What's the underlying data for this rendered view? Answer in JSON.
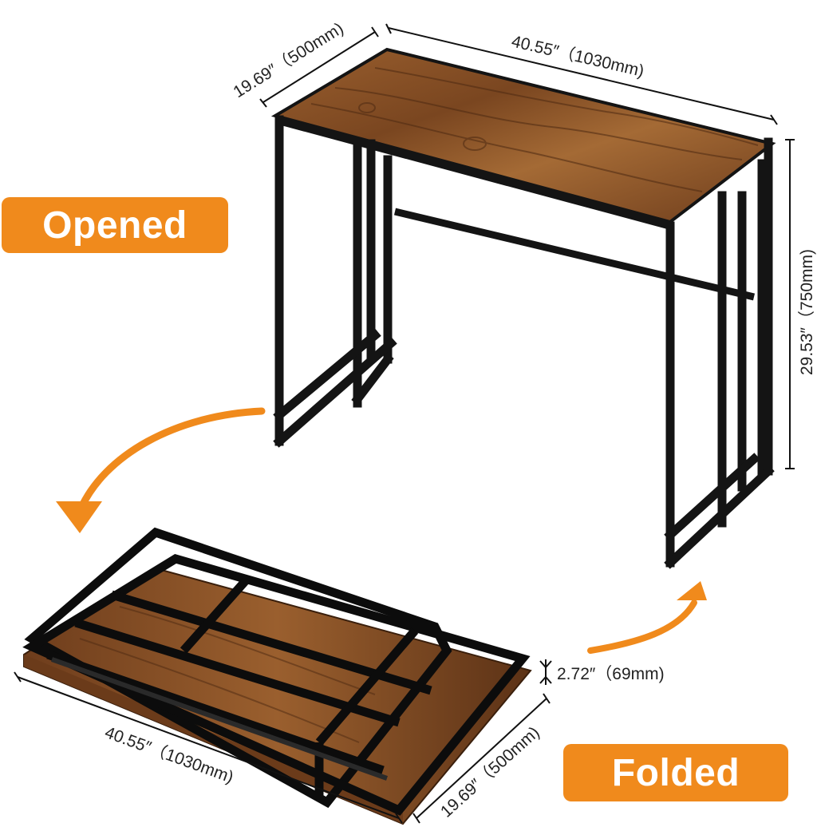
{
  "labels": {
    "opened": "Opened",
    "folded": "Folded"
  },
  "dimensions": {
    "opened_width": "40.55″（1030mm)",
    "opened_depth": "19.69″（500mm)",
    "opened_height": "29.53″（750mm)",
    "folded_thickness": "2.72″（69mm)",
    "folded_width": "40.55″（1030mm)",
    "folded_depth": "19.69″（500mm)"
  },
  "colors": {
    "accent": "#f08a1c",
    "wood": "#8a5228",
    "frame": "#111111"
  }
}
